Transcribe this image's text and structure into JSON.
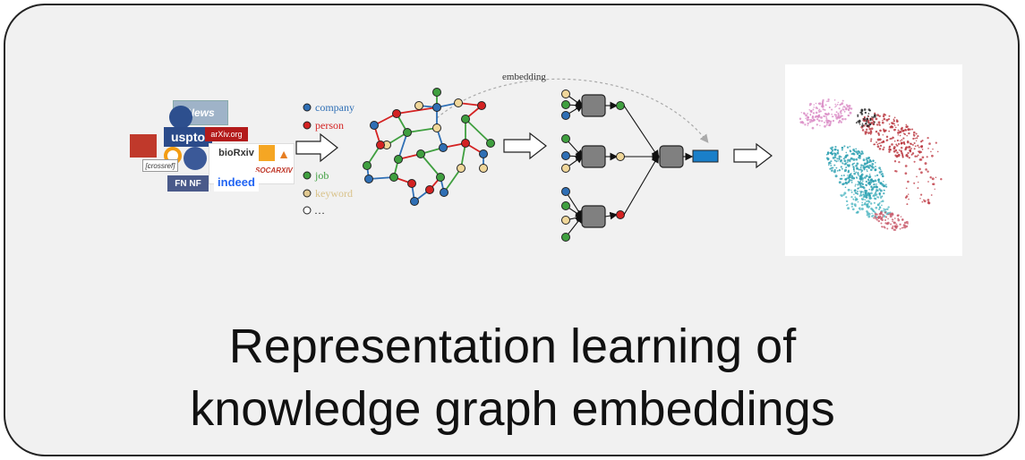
{
  "caption": {
    "line1": "Representation learning of",
    "line2": "knowledge graph embeddings"
  },
  "sources": {
    "news": "News",
    "uspto": "uspto",
    "arxiv": "arXiv.org",
    "biorxiv": "bioRxiv",
    "socarxiv": "SOCARXIV",
    "indeed": "indeed",
    "fn_nf": "FN NF",
    "crossref": "[crossref]"
  },
  "legend": {
    "items": [
      {
        "label": "company",
        "color": "#2f6fb5"
      },
      {
        "label": "person",
        "color": "#d42222"
      },
      {
        "label": "job",
        "color": "#3f9f3f"
      },
      {
        "label": "keyword",
        "color": "#e0c890"
      },
      {
        "label": "…",
        "color": "#ffffff"
      }
    ]
  },
  "graph": {
    "embedding_label": "embedding"
  },
  "colors": {
    "company": "#2f6fb5",
    "person": "#d42222",
    "job": "#3f9f3f",
    "keyword": "#f0d79a",
    "aggregator": "#808080",
    "embedding_vector": "#1a7fc9",
    "panel_bg": "#f1f1f1"
  }
}
